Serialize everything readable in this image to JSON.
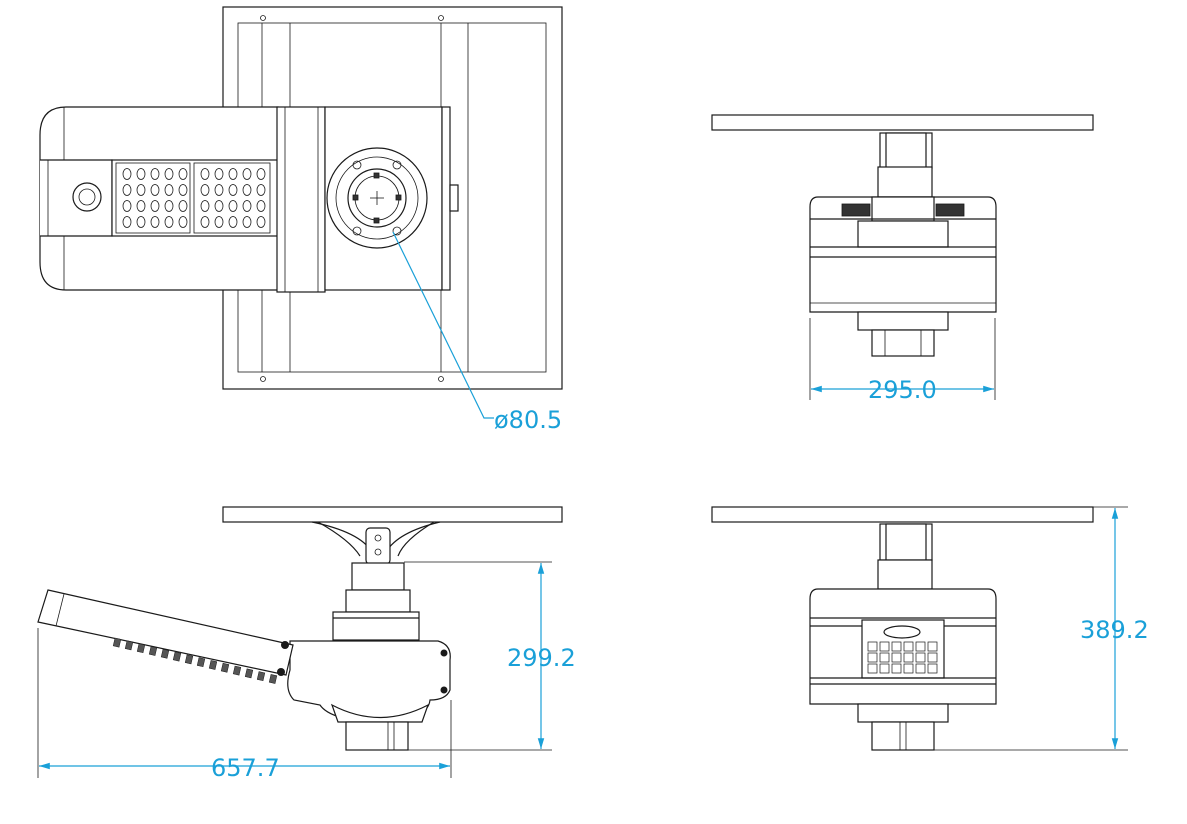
{
  "dimensions": {
    "flange_diameter": "ø80.5",
    "front_width": "295.0",
    "side_height": "299.2",
    "side_length": "657.7",
    "overall_height": "389.2"
  },
  "colors": {
    "dimension": "#1aa0d8",
    "line": "#1a1a1a"
  }
}
